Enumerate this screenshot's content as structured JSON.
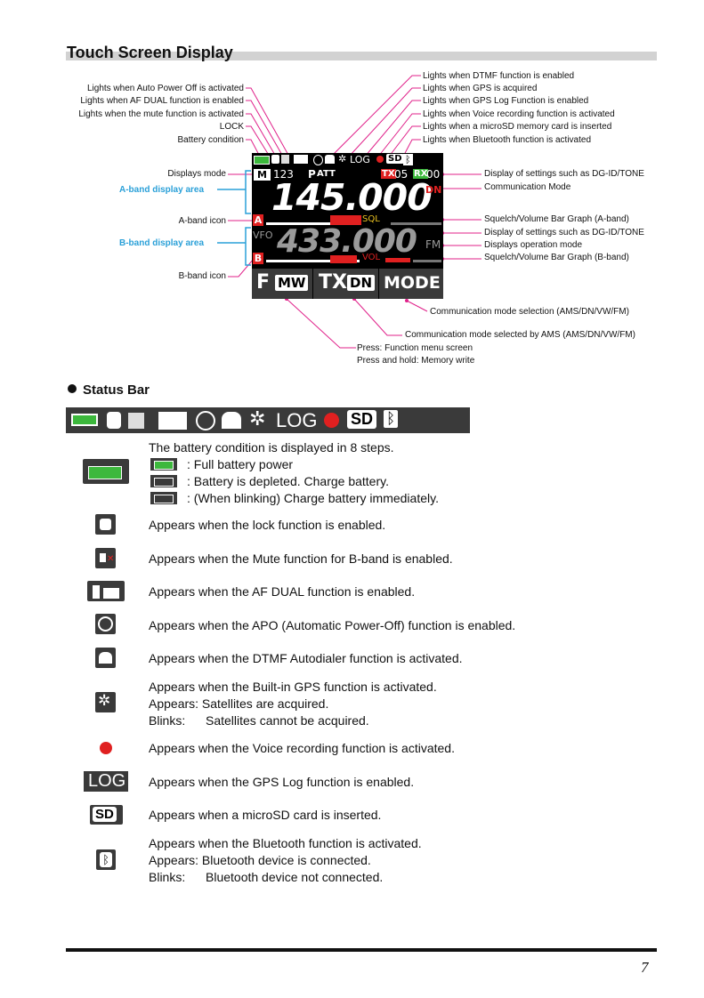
{
  "title": "Touch Screen Display",
  "callouts_left": {
    "apo": "Lights when Auto Power Off is activated",
    "afdual": "Lights when AF DUAL function is enabled",
    "mute": "Lights when the mute function is activated",
    "lock": "LOCK",
    "battery": "Battery condition",
    "mode": "Displays mode",
    "aband_area": "A-band display area",
    "aband_icon": "A-band icon",
    "bband_area": "B-band display area",
    "bband_icon": "B-band icon"
  },
  "callouts_right": {
    "dtmf": "Lights when DTMF function is enabled",
    "gps": "Lights when GPS is acquired",
    "gpslog": "Lights when GPS Log Function is enabled",
    "voice": "Lights when Voice recording function is activated",
    "sd": "Lights when a microSD memory card is inserted",
    "bt": "Lights when Bluetooth function is activated",
    "dgid_a": "Display of settings such as DG-ID/TONE",
    "comm_mode": "Communication Mode",
    "sql_a": "Squelch/Volume Bar Graph (A-band)",
    "dgid_b": "Display of settings such as DG-ID/TONE",
    "op_mode": "Displays operation mode",
    "sql_b": "Squelch/Volume Bar Graph (B-band)"
  },
  "callouts_bottom": {
    "mode_sel": "Communication mode selection (AMS/DN/VW/FM)",
    "ams_sel": "Communication mode selected by AMS (AMS/DN/VW/FM)",
    "press": "Press: Function menu screen",
    "hold": "Press and hold: Memory write"
  },
  "screen": {
    "status_log": "LOG",
    "status_sd": "SD",
    "mode_badge": "M",
    "channel": "123",
    "p": "P",
    "att": "ATT",
    "tx": "TX",
    "tx_num": "05",
    "rx": "RX",
    "rx_num": "00",
    "freq_a": "145.000",
    "dn": "DN",
    "a_icon": "A",
    "sql": "SQL",
    "vfo": "VFO",
    "freq_b": "433.000",
    "fm": "FM",
    "b_icon": "B",
    "vol": "VOL",
    "btn_f": "F",
    "btn_mw": "MW",
    "btn_tx": "TX",
    "btn_dn": "DN",
    "btn_mode": "MODE"
  },
  "status_section": {
    "heading": "Status Bar",
    "strip_log": "LOG",
    "strip_sd": "SD"
  },
  "status_rows": {
    "battery_intro": "The battery condition is displayed in 8 steps.",
    "battery_full": ": Full battery power",
    "battery_low": ": Battery is depleted. Charge battery.",
    "battery_blink": ": (When blinking) Charge battery immediately.",
    "lock": "Appears when the lock function is enabled.",
    "mute": "Appears when the Mute function for B-band is enabled.",
    "afdual": "Appears when the AF DUAL function is enabled.",
    "apo": "Appears when the APO (Automatic Power-Off) function is enabled.",
    "dtmf": "Appears when the DTMF Autodialer function is activated.",
    "gps_1": "Appears when the Built-in GPS function is activated.",
    "gps_2": "Appears: Satellites are acquired.",
    "gps_3_key": "Blinks:",
    "gps_3_val": "Satellites cannot be acquired.",
    "voice": "Appears when the Voice recording function is activated.",
    "log_icon": "LOG",
    "log": "Appears when the GPS Log function is enabled.",
    "sd_icon": "SD",
    "sd": "Appears when a microSD card is inserted.",
    "bt_1": "Appears when the Bluetooth function is activated.",
    "bt_2": "Appears: Bluetooth device is connected.",
    "bt_3_key": "Blinks:",
    "bt_3_val": "Bluetooth device not connected."
  },
  "page_number": "7",
  "colors": {
    "callout_line": "#e0218a",
    "blue": "#2aa0d8",
    "red": "#e02020",
    "battery_green": "#3cb83c"
  }
}
